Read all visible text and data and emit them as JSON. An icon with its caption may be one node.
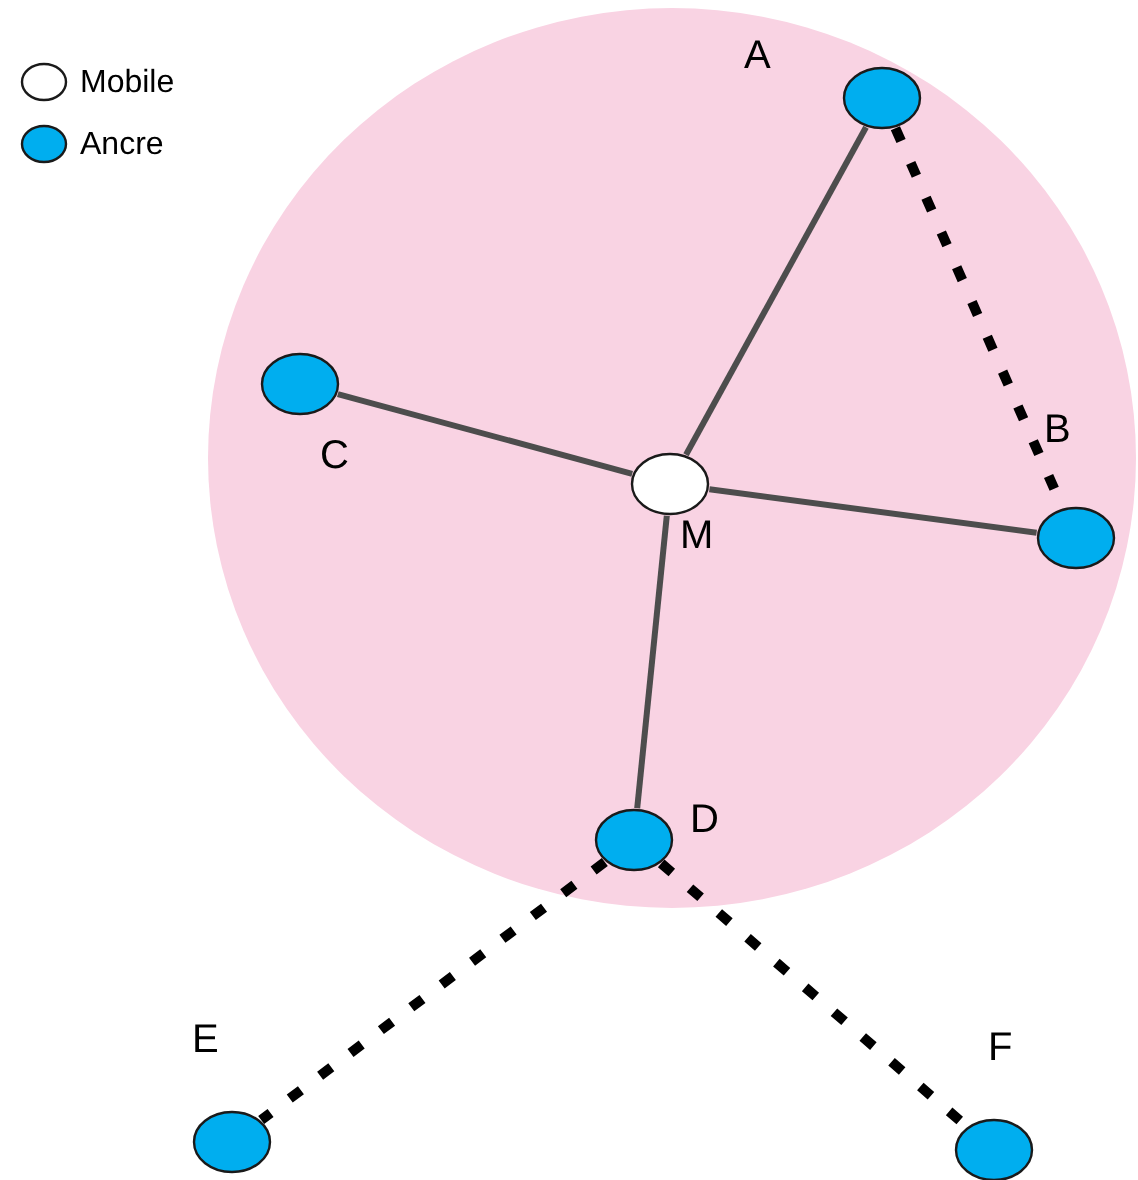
{
  "diagram": {
    "nodes": [
      {
        "text": [],
        "shape": "circle"
      },
      {
        "text": [
          "A"
        ],
        "in": 0
      },
      {
        "text": [
          "C"
        ],
        "in": 0
      },
      {
        "text": [
          "M"
        ],
        "in": 0
      },
      {
        "text": [
          "B"
        ],
        "in": 0
      },
      {
        "text": [
          "D"
        ],
        "in": 0
      },
      {
        "text": [
          "E"
        ]
      },
      {
        "text": [
          "F"
        ]
      }
    ],
    "edges": [
      {
        "from": 3,
        "to": 1,
        "arrow": "none"
      },
      {
        "from": 3,
        "to": 2,
        "arrow": "none"
      },
      {
        "from": 3,
        "to": 4,
        "arrow": "none"
      },
      {
        "from": 3,
        "to": 5,
        "arrow": "none"
      },
      {
        "from": 1,
        "to": 4,
        "arrow": "none",
        "style": "dashed"
      },
      {
        "from": 5,
        "to": 6,
        "arrow": "none",
        "style": "dashed"
      },
      {
        "from": 5,
        "to": 7,
        "arrow": "none",
        "style": "dashed"
      }
    ],
    "legend": [
      {
        "text": "Mobile",
        "color": "#ffffff"
      },
      {
        "text": "Ancre",
        "color": "#00aeef"
      }
    ]
  }
}
